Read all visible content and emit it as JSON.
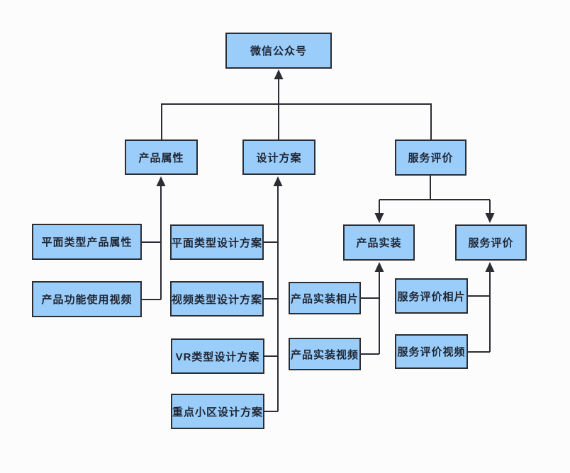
{
  "diagram": {
    "colors": {
      "node_fill": "#9bcdfa",
      "node_border": "#2b2d33",
      "connector": "#2b2d33",
      "text": "#1f2633",
      "background": "#fcfcfc"
    },
    "nodes": {
      "root": {
        "label": "微信公众号"
      },
      "product_attributes": {
        "label": "产品属性"
      },
      "design_plan": {
        "label": "设计方案"
      },
      "service_evaluation": {
        "label": "服务评价"
      },
      "flat_product_attributes": {
        "label": "平面类型产品属性"
      },
      "product_function_video": {
        "label": "产品功能使用视频"
      },
      "flat_design_plan": {
        "label": "平面类型设计方案"
      },
      "video_design_plan": {
        "label": "视频类型设计方案"
      },
      "vr_design_plan": {
        "label": "VR类型设计方案"
      },
      "key_community_design_plan": {
        "label": "重点小区设计方案"
      },
      "product_installation": {
        "label": "产品实装"
      },
      "service_evaluation_sub": {
        "label": "服务评价"
      },
      "product_installation_photo": {
        "label": "产品实装相片"
      },
      "product_installation_video": {
        "label": "产品实装视频"
      },
      "service_evaluation_photo": {
        "label": "服务评价相片"
      },
      "service_evaluation_video": {
        "label": "服务评价视频"
      }
    },
    "edges": [
      {
        "from": "product_attributes",
        "to": "root",
        "arrow": "to"
      },
      {
        "from": "design_plan",
        "to": "root",
        "arrow": "to"
      },
      {
        "from": "service_evaluation",
        "to": "root",
        "arrow": "to"
      },
      {
        "from": "flat_product_attributes",
        "to": "product_attributes",
        "arrow": "to"
      },
      {
        "from": "product_function_video",
        "to": "product_attributes",
        "arrow": "to"
      },
      {
        "from": "flat_design_plan",
        "to": "design_plan",
        "arrow": "to"
      },
      {
        "from": "video_design_plan",
        "to": "design_plan",
        "arrow": "to"
      },
      {
        "from": "vr_design_plan",
        "to": "design_plan",
        "arrow": "to"
      },
      {
        "from": "key_community_design_plan",
        "to": "design_plan",
        "arrow": "to"
      },
      {
        "from": "service_evaluation",
        "to": "product_installation",
        "arrow": "to"
      },
      {
        "from": "service_evaluation",
        "to": "service_evaluation_sub",
        "arrow": "to"
      },
      {
        "from": "product_installation_photo",
        "to": "product_installation",
        "arrow": "to"
      },
      {
        "from": "product_installation_video",
        "to": "product_installation",
        "arrow": "to"
      },
      {
        "from": "service_evaluation_photo",
        "to": "service_evaluation_sub",
        "arrow": "to"
      },
      {
        "from": "service_evaluation_video",
        "to": "service_evaluation_sub",
        "arrow": "to"
      }
    ]
  }
}
